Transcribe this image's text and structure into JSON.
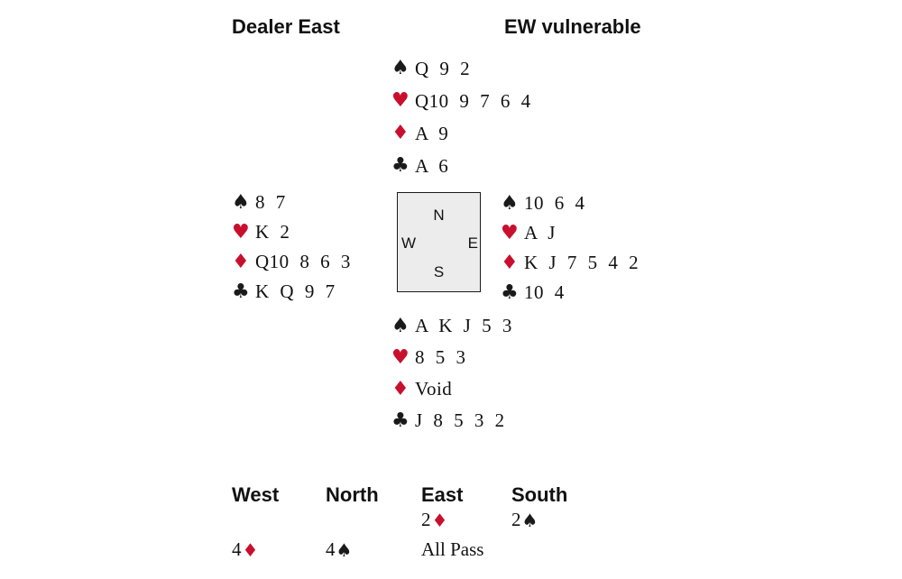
{
  "header": {
    "dealer": "Dealer East",
    "vulnerable": "EW vulnerable"
  },
  "suits": {
    "spade": "♠",
    "heart": "♥",
    "diamond": "♦",
    "club": "♣"
  },
  "colors": {
    "red_suit": "#c8102e",
    "black_suit": "#1a1a1a",
    "compass_bg": "#ececec"
  },
  "compass": {
    "n": "N",
    "e": "E",
    "s": "S",
    "w": "W"
  },
  "hands": {
    "north": {
      "spades": "Q 9 2",
      "hearts": "Q10 9 7 6 4",
      "diamonds": "A 9",
      "clubs": "A 6"
    },
    "west": {
      "spades": "8 7",
      "hearts": "K 2",
      "diamonds": "Q10 8 6 3",
      "clubs": "K Q 9 7"
    },
    "east": {
      "spades": "10 6 4",
      "hearts": "A J",
      "diamonds": "K J 7 5 4 2",
      "clubs": "10 4"
    },
    "south": {
      "spades": "A K J 5 3",
      "hearts": "8 5 3",
      "diamonds": "Void",
      "clubs": "J 8 5 3 2"
    }
  },
  "auction": {
    "headers": {
      "west": "West",
      "north": "North",
      "east": "East",
      "south": "South"
    },
    "row1": {
      "east": {
        "level": "2",
        "suit": "♦"
      },
      "south": {
        "level": "2",
        "suit": "♠"
      }
    },
    "row2": {
      "west": {
        "level": "4",
        "suit": "♦"
      },
      "north": {
        "level": "4",
        "suit": "♠"
      },
      "east_text": "All Pass"
    }
  }
}
